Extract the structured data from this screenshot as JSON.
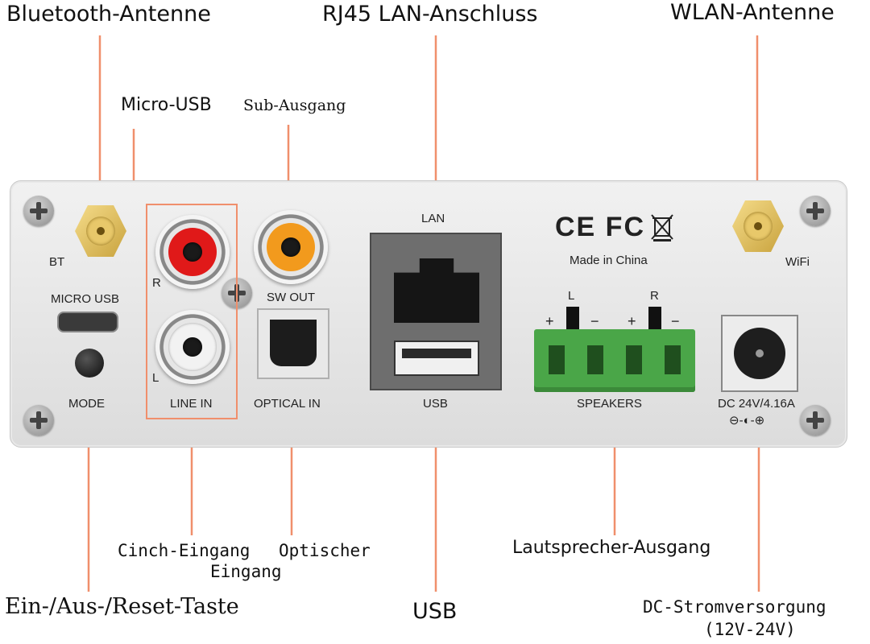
{
  "callouts": {
    "bluetooth_antenna": "Bluetooth-Antenne",
    "rj45_lan": "RJ45 LAN-Anschluss",
    "wlan_antenna": "WLAN-Antenne",
    "micro_usb": "Micro-USB",
    "sub_output": "Sub-Ausgang",
    "cinch_input": "Cinch-Eingang",
    "optical_input_line1": "Optischer",
    "optical_input_line2": "Eingang",
    "speaker_output": "Lautsprecher-Ausgang",
    "power_reset_button": "Ein-/Aus-/Reset-Taste",
    "usb": "USB",
    "dc_power_line1": "DC-Stromversorgung",
    "dc_power_line2": "(12V-24V)"
  },
  "panel_labels": {
    "bt": "BT",
    "micro_usb": "MICRO USB",
    "mode": "MODE",
    "r": "R",
    "l": "L",
    "line_in": "LINE IN",
    "sw_out": "SW OUT",
    "optical_in": "OPTICAL IN",
    "lan": "LAN",
    "usb": "USB",
    "certifications": "CE FC",
    "made_in": "Made in China",
    "wifi": "WiFi",
    "speaker_l": "L",
    "speaker_r": "R",
    "plus": "+",
    "minus": "−",
    "speakers": "SPEAKERS",
    "dc_rating": "DC 24V/4.16A",
    "polarity": "⊖-◐-⊕"
  },
  "colors": {
    "leader_line": "#f08f6c",
    "rca_red": "#e01919",
    "rca_orange": "#f29a1d",
    "rca_white": "#f2f2f2",
    "terminal_green": "#4aa648",
    "antenna_gold": "#d9b34f"
  }
}
